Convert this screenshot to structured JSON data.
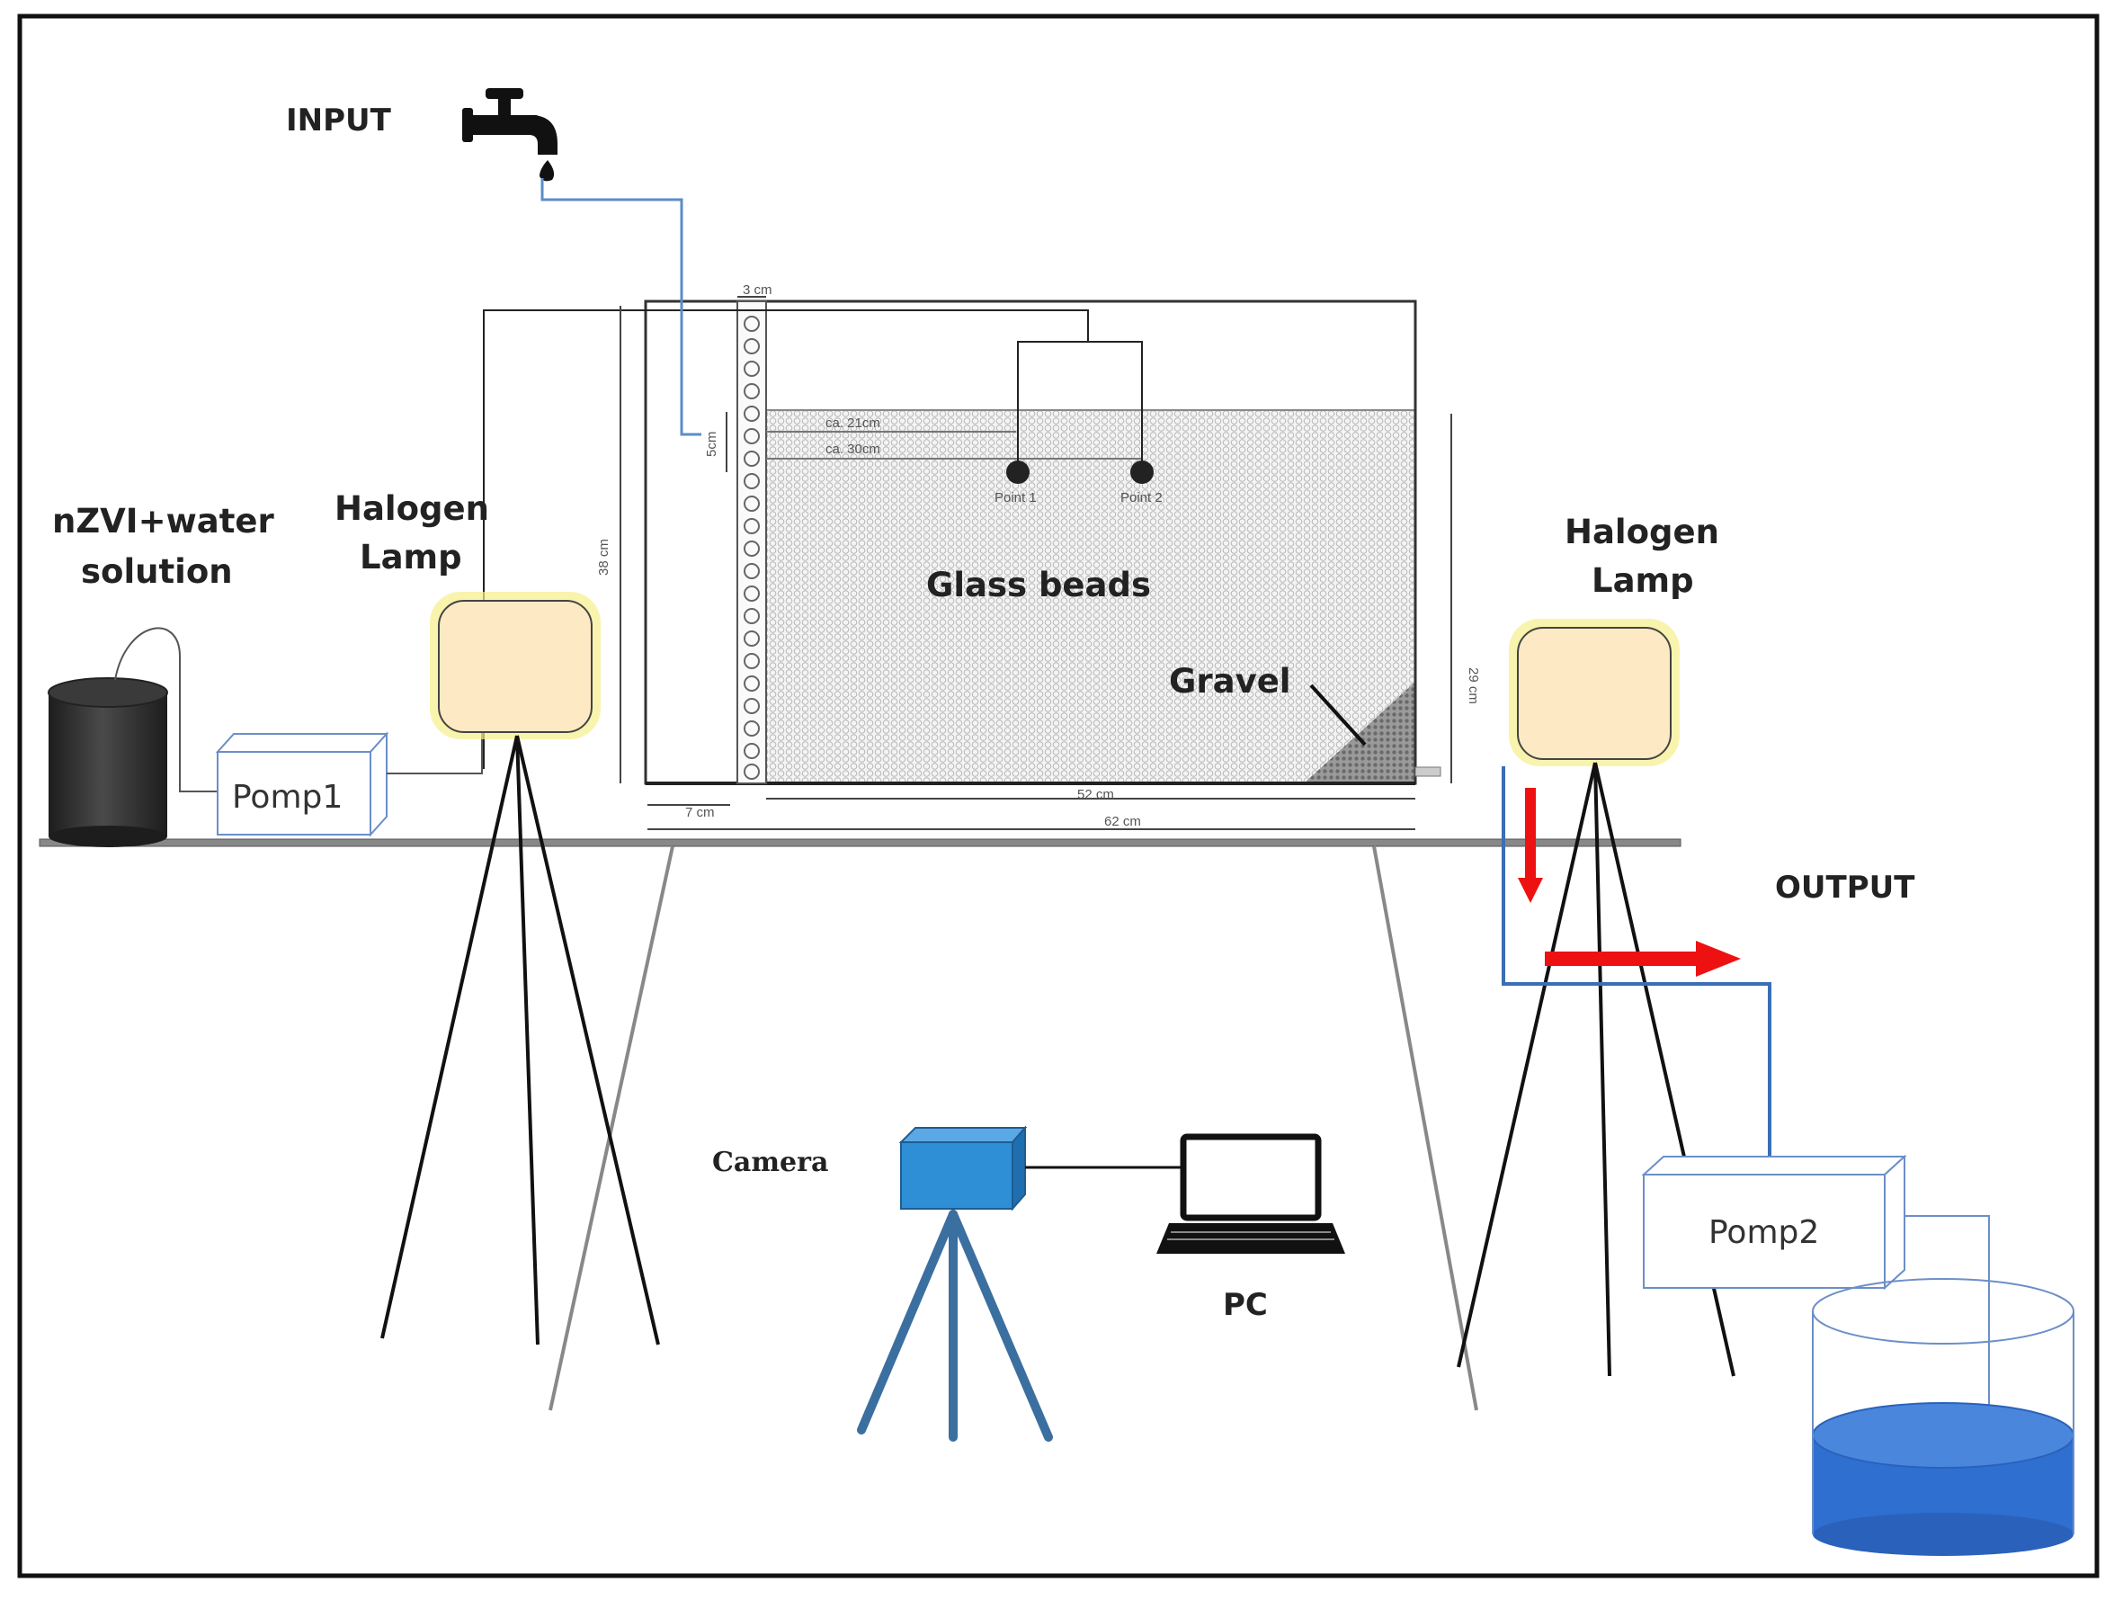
{
  "labels": {
    "input": "INPUT",
    "output": "OUTPUT",
    "nzvi_line1": "nZVI+water",
    "nzvi_line2": "solution",
    "halogen_left_line1": "Halogen",
    "halogen_left_line2": "Lamp",
    "halogen_right_line1": "Halogen",
    "halogen_right_line2": "Lamp",
    "glass_beads": "Glass beads",
    "gravel": "Gravel",
    "camera": "Camera",
    "pc": "PC",
    "pomp1": "Pomp1",
    "pomp2": "Pomp2",
    "point1": "Point 1",
    "point2": "Point 2"
  },
  "dimensions": {
    "top_width": "3 cm",
    "depth_21": "ca. 21cm",
    "depth_30": "ca. 30cm",
    "gap_5": "5cm",
    "height_38": "38 cm",
    "height_29": "29 cm",
    "inlet_7": "7 cm",
    "bed_52": "52 cm",
    "total_62": "62 cm"
  },
  "colors": {
    "lamp_fill": "#fde9c3",
    "lamp_glow": "#f7ef8a",
    "pipe_blue": "#3a6eb5",
    "arrow_red": "#ee1111",
    "camera_blue": "#2e8fd6",
    "tripod_blue": "#3b6fa0",
    "water_blue": "#2f6fd0",
    "barrel": "#2b2b2b"
  }
}
